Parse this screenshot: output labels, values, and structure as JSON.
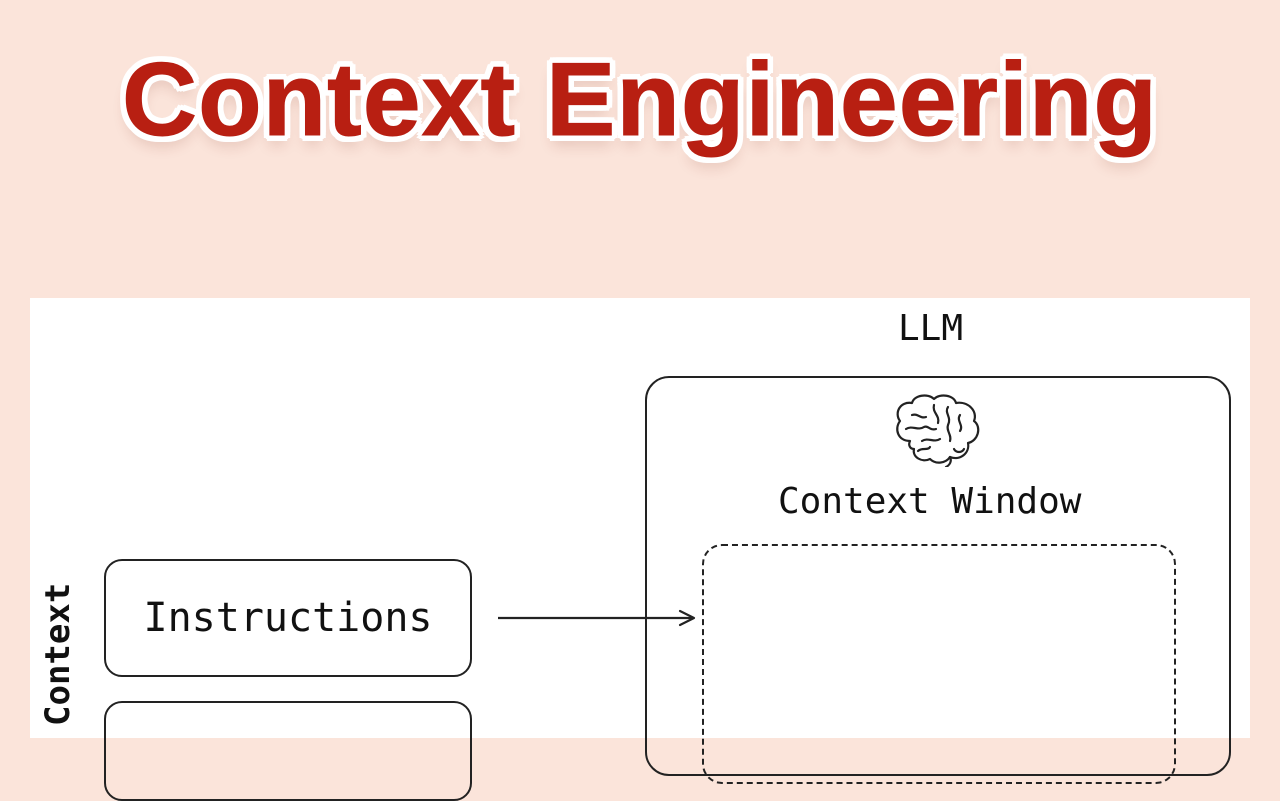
{
  "header": {
    "title": "Context Engineering"
  },
  "diagram": {
    "llm_label": "LLM",
    "context_window_label": "Context Window",
    "instructions_label": "Instructions",
    "side_label": "Context"
  },
  "icons": {
    "brain": "brain-icon",
    "arrow": "arrow-right-icon"
  },
  "colors": {
    "background": "#fbe4da",
    "title": "#b81f12",
    "canvas": "#ffffff",
    "ink": "#222222"
  }
}
